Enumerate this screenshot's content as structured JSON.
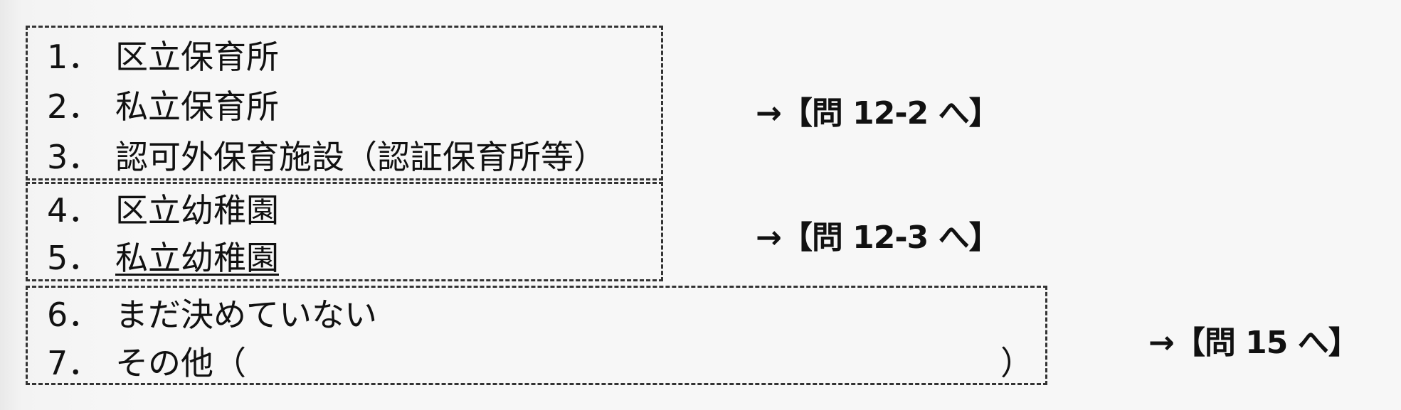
{
  "groups": [
    {
      "items": [
        {
          "num": "1．",
          "text": "区立保育所"
        },
        {
          "num": "2．",
          "text": "私立保育所"
        },
        {
          "num": "3．",
          "text": "認可外保育施設（認証保育所等）"
        }
      ],
      "arrow": "→【問 12-2 へ】"
    },
    {
      "items": [
        {
          "num": "4．",
          "text": "区立幼稚園"
        },
        {
          "num": "5．",
          "text": "私立幼稚園"
        }
      ],
      "arrow": "→【問 12-3 へ】"
    },
    {
      "items": [
        {
          "num": "6．",
          "text": "まだ決めていない"
        },
        {
          "num": "7．",
          "text": "その他（",
          "close": "）"
        }
      ],
      "arrow": "→【問 15 へ】"
    }
  ]
}
